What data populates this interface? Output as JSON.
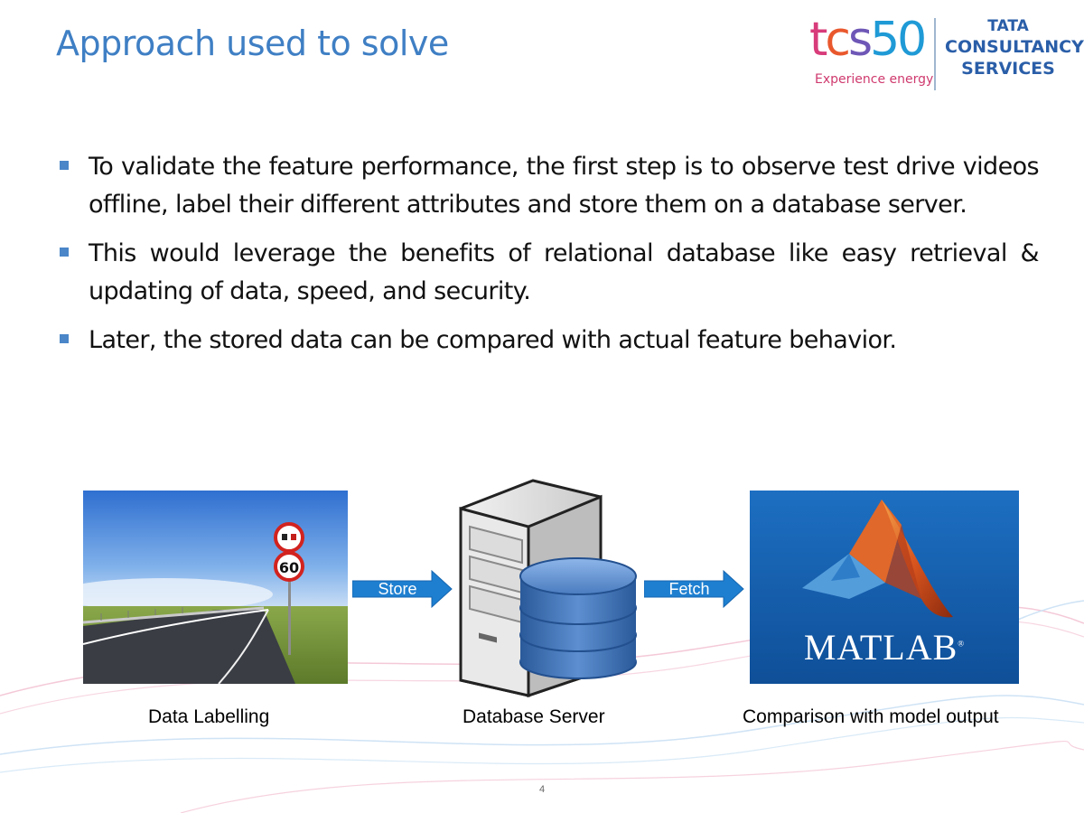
{
  "slide": {
    "title": "Approach used to solve",
    "page_number": "4"
  },
  "logo": {
    "tcs_letters": [
      "t",
      "c",
      "s",
      "50"
    ],
    "tagline": "Experience energy",
    "company_line1": "TATA",
    "company_line2": "CONSULTANCY",
    "company_line3": "SERVICES",
    "colors": {
      "pink": "#d83c7a",
      "orange": "#e9582d",
      "purple": "#6e57b6",
      "blue": "#1f9ad6",
      "navy": "#2a5ea8"
    }
  },
  "bullets": [
    "To validate the feature performance, the first step is to observe test drive videos offline, label their different attributes and store them on a database server.",
    "This would leverage the benefits of relational database like easy retrieval & updating of data, speed, and security.",
    "Later, the stored data can be compared with actual feature behavior."
  ],
  "diagram": {
    "arrow_store_label": "Store",
    "arrow_fetch_label": "Fetch",
    "road_signs": [
      "60"
    ],
    "matlab_word": "MATLAB",
    "matlab_mark": "®",
    "captions": {
      "data_labelling": "Data Labelling",
      "database_server": "Database Server",
      "comparison": "Comparison with model output"
    },
    "icons": [
      "road-photo",
      "server-database-icon",
      "matlab-logo",
      "arrow-right-icon"
    ]
  },
  "theme": {
    "title_color": "#3f7fc4",
    "bullet_color": "#4a86c8",
    "arrow_color": "#1e7fd0"
  }
}
